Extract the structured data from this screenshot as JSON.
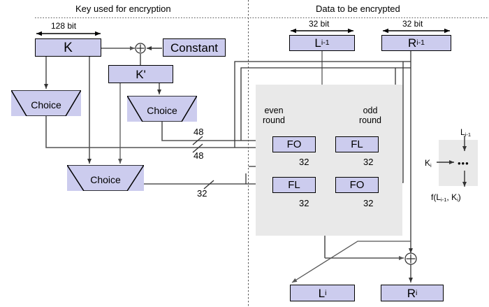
{
  "diagram": {
    "title_left": "Key used for encryption",
    "title_right": "Data to be encrypted",
    "colors": {
      "box_fill": "#ccccee",
      "box_stroke": "#000000",
      "gray_zone": "#e9e9e9",
      "wire": "#555555",
      "wire_dark": "#222222"
    }
  },
  "key_side": {
    "width_label": "128 bit",
    "k_box": "K",
    "constant_box": "Constant",
    "kprime_box": "K'",
    "choice_left": "Choice",
    "choice_mid": "Choice",
    "choice_bottom": "Choice",
    "xor_symbol": "⊕",
    "wire_labels": {
      "fo_upper": "48",
      "fo_lower": "48",
      "fl_lower": "32"
    }
  },
  "data_side": {
    "left_width_label": "32 bit",
    "right_width_label": "32 bit",
    "l_in": "L",
    "l_in_sub": "i-1",
    "r_in": "R",
    "r_in_sub": "i-1",
    "l_out": "L",
    "l_out_sub": "i",
    "r_out": "R",
    "r_out_sub": "i",
    "even_round": "even\nround",
    "even_round_line1": "even",
    "even_round_line2": "round",
    "odd_round_line1": "odd",
    "odd_round_line2": "round",
    "fo_even": "FO",
    "fl_even": "FL",
    "fl_odd": "FL",
    "fo_odd": "FO",
    "bus32_a": "32",
    "bus32_b": "32",
    "bus32_c": "32",
    "bus32_d": "32",
    "xor_symbol": "⊕"
  },
  "legend": {
    "input": "L",
    "input_sub": "i-1",
    "key": "K",
    "key_sub": "i",
    "dots": "•••",
    "output_prefix": "f(L",
    "output_sub1": "i-1",
    "output_mid": ", K",
    "output_sub2": "i",
    "output_suffix": ")"
  }
}
